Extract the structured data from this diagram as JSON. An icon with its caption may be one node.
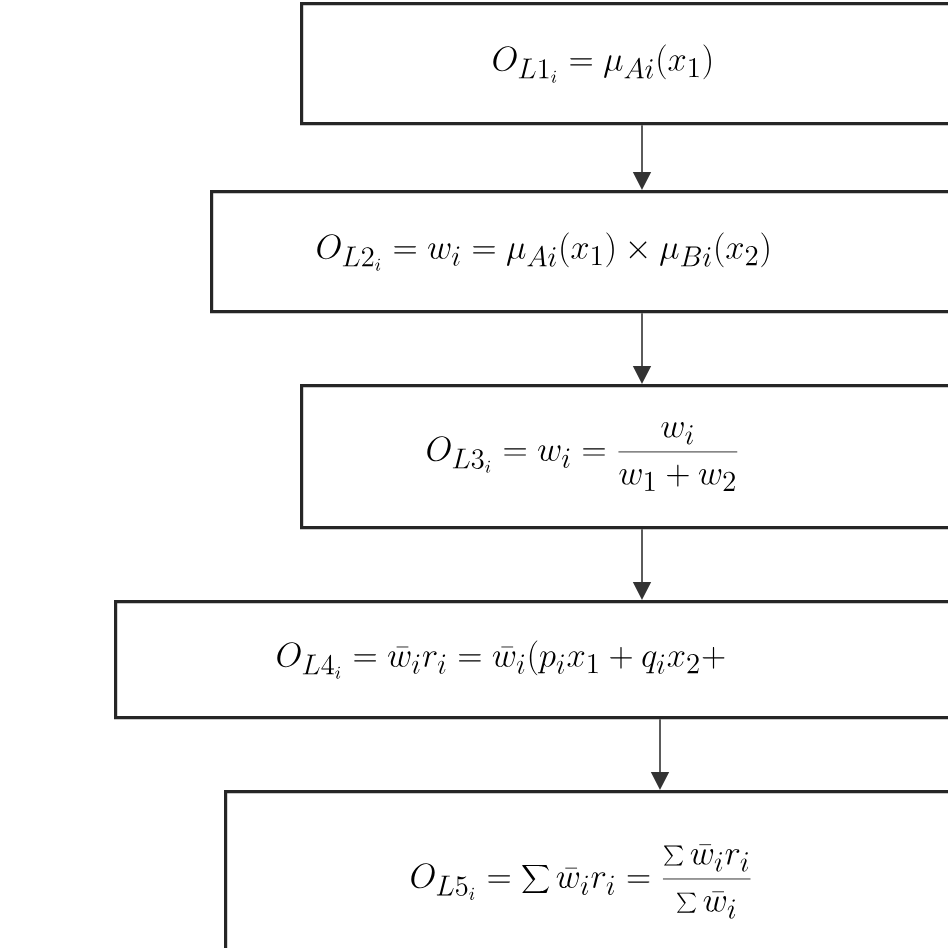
{
  "diagram": {
    "nodes": [
      {
        "text": [
          "O_{L1_i} = \\mu_{Ai}(x_1)"
        ]
      },
      {
        "text": [
          "O_{L2_i} = w_i = \\mu_{Ai}(x_1) \\times \\mu_{Bi}(x_2)"
        ]
      },
      {
        "text": [
          "O_{L3_i} = w_i = \\frac{w_i}{w_1 + w_2}"
        ]
      },
      {
        "text": [
          "O_{L4_i} = \\bar{w}_i r_i = \\bar{w}_i(p_i x_1 + q_i x_2 +"
        ]
      },
      {
        "text": [
          "O_{L5_i} = \\sum \\bar{w}_i r_i = \\frac{\\sum \\bar{w}_i r_i}{\\sum \\bar{w}_i}"
        ]
      }
    ],
    "edges": [
      {
        "from": 0,
        "to": 1,
        "arrow": "to"
      },
      {
        "from": 1,
        "to": 2,
        "arrow": "to"
      },
      {
        "from": 2,
        "to": 3,
        "arrow": "to"
      },
      {
        "from": 3,
        "to": 4,
        "arrow": "to"
      }
    ]
  }
}
